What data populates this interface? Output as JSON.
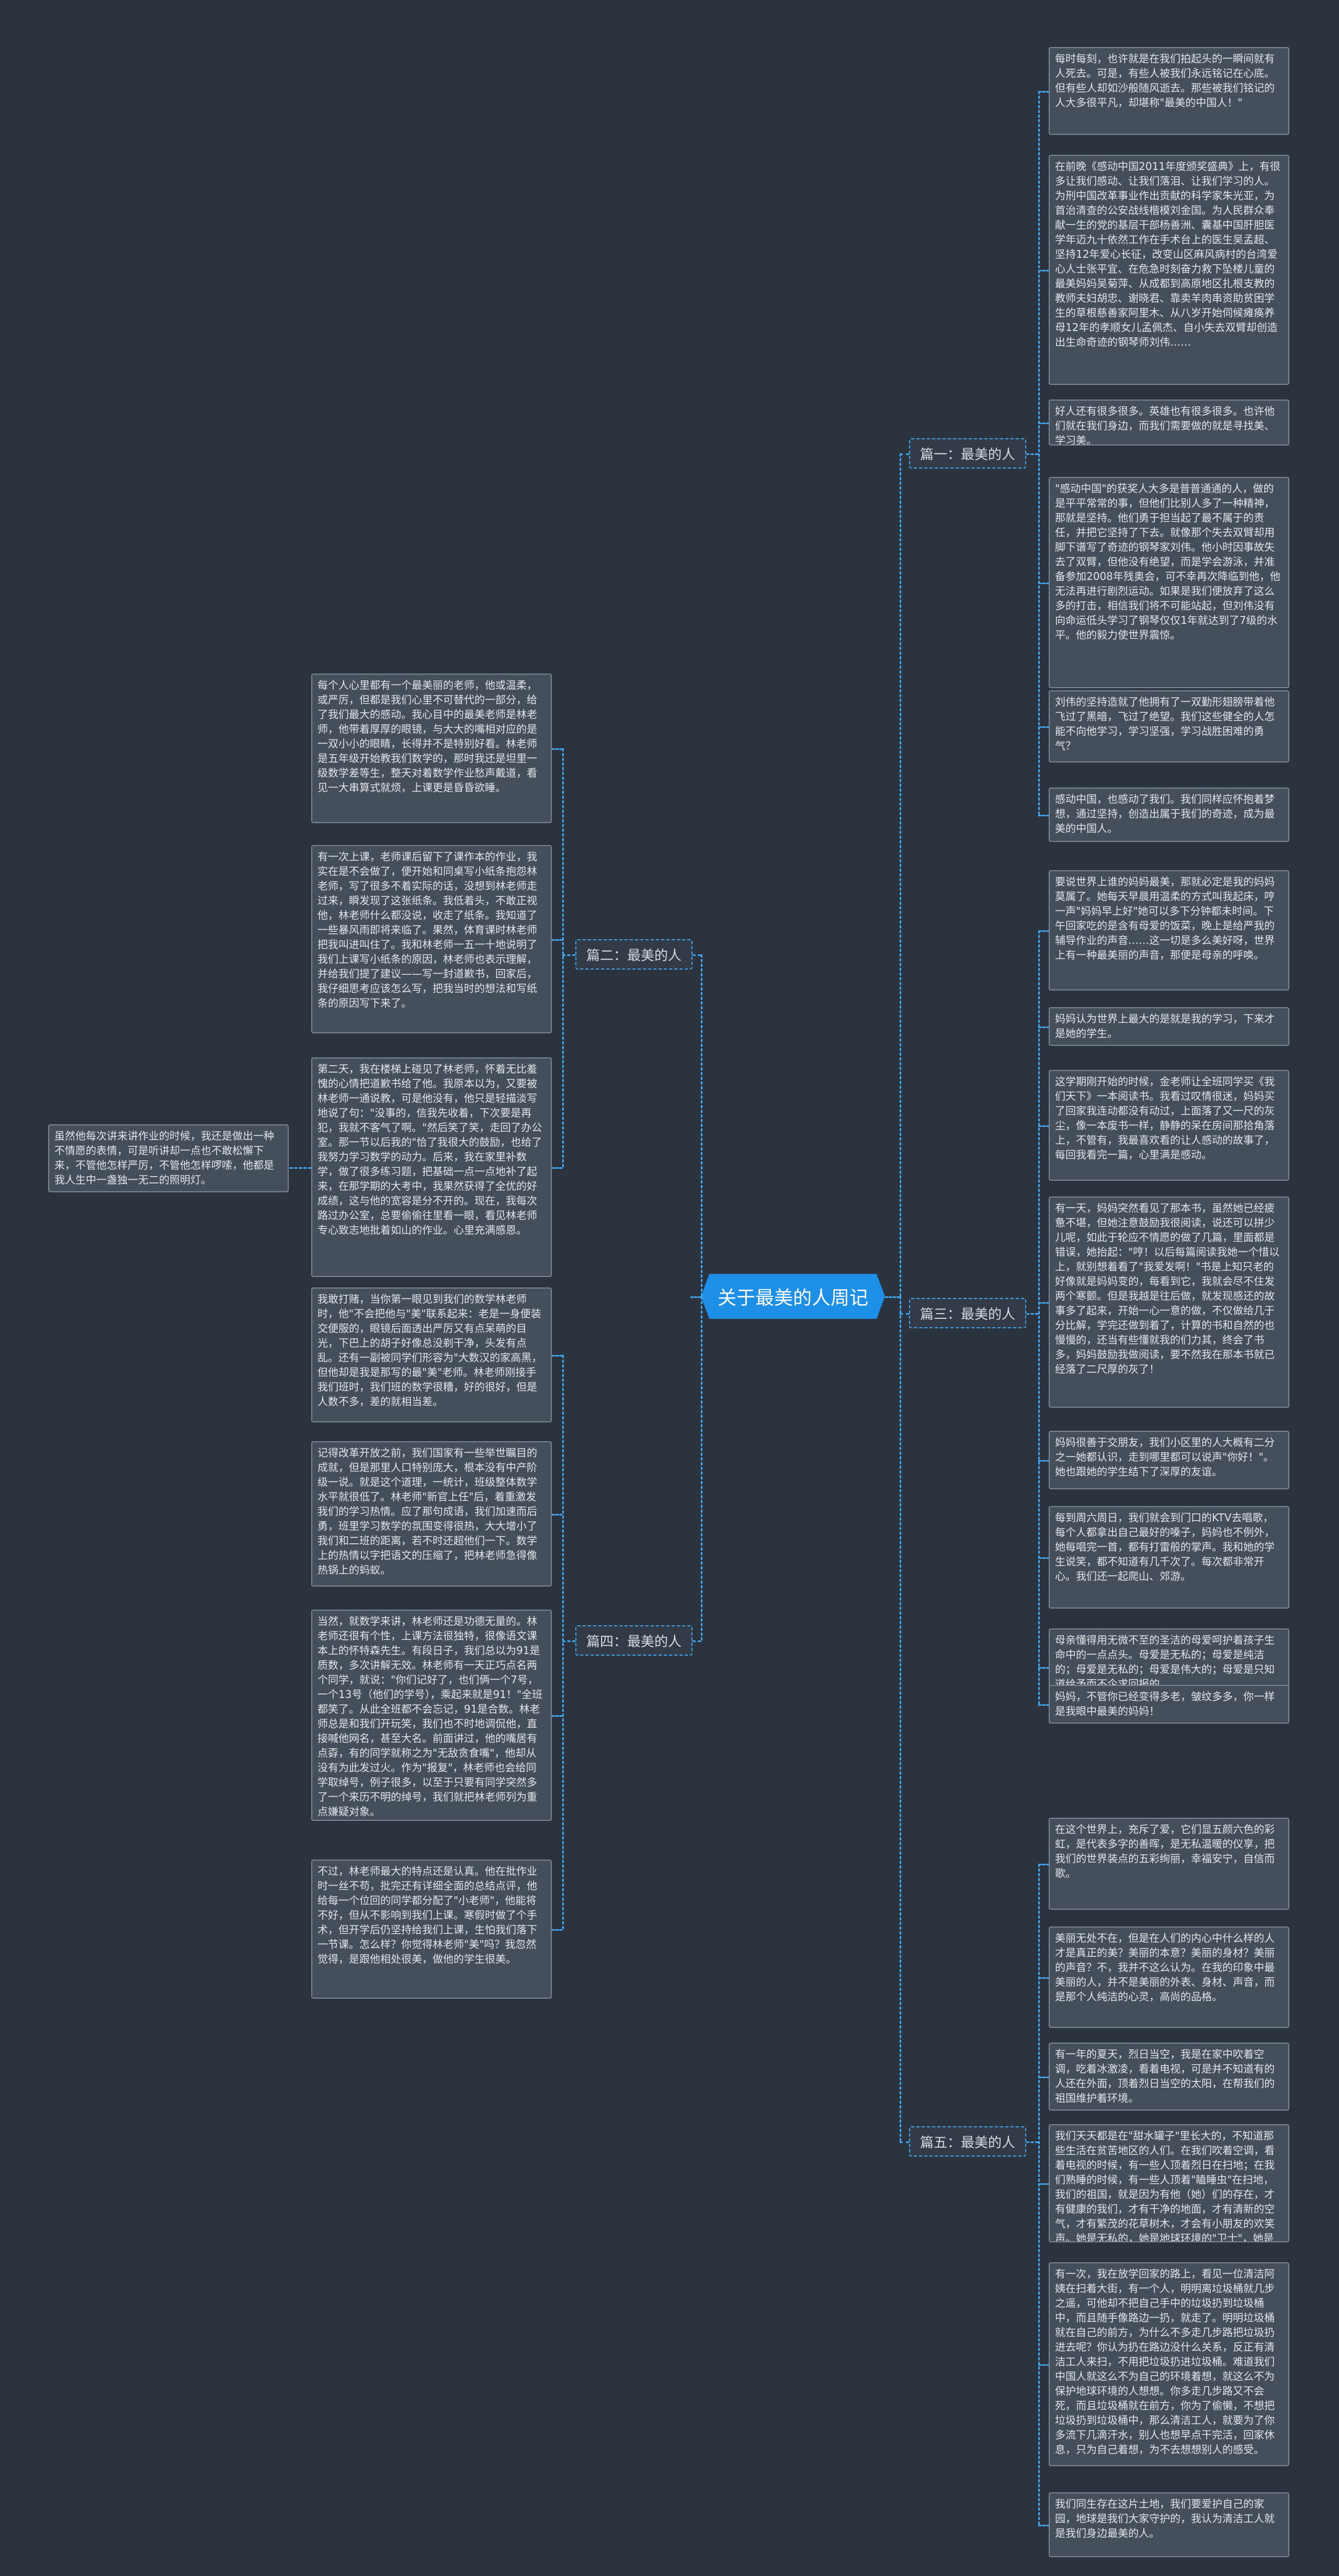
{
  "root": {
    "label": "关于最美的人周记"
  },
  "branches": [
    {
      "label": "篇一：最美的人",
      "leaves": [
        "每时每刻，也许就是在我们拍起头的一瞬间就有人死去。可是，有些人被我们永远铭记在心底。但有些人却如沙般随风逝去。那些被我们铭记的人大多很平凡，却堪称\"最美的中国人！\"",
        "在前晚《感动中国2011年度颁奖盛典》上，有很多让我们感动、让我们落泪、让我们学习的人。为刑中国改革事业作出贡献的科学家朱光亚，为首治清查的公安战线楷模刘金国。为人民群众奉献一生的党的基层干部杨善洲、囊基中国肝胆医学年迈九十依然工作在手术台上的医生吴孟超、坚持12年爱心长征，改变山区麻风病村的台湾爱心人士张平宜、在危急时刻奋力救下坠楼儿童的最美妈妈吴菊萍、从成都到高原地区扎根支教的教师夫妇胡忠、谢晓君、靠卖羊肉串资助贫困学生的草根慈善家阿里木、从八岁开始伺候瘫痪养母12年的孝顺女儿孟佩杰、自小失去双臂却创造出生命奇迹的钢琴师刘伟……",
        "好人还有很多很多。英雄也有很多很多。也许他们就在我们身边，而我们需要做的就是寻找美、学习美。",
        "\"感动中国\"的获奖人大多是普普通通的人，做的是平平常常的事，但他们比别人多了一种精神，那就是坚持。他们勇于担当起了最不属于的责任，并把它坚持了下去。就像那个失去双臂却用脚下谱写了奇迹的钢琴家刘伟。他小时因事故失去了双臂，但他没有绝望，而是学会游泳，并准备参加2008年残奥会，可不幸再次降临到他，他无法再进行剧烈运动。如果是我们便放弃了这么多的打击，相信我们将不可能站起，但刘伟没有向命运低头学习了钢琴仅仅1年就达到了7级的水平。他的毅力使世界震惊。",
        "刘伟的坚持造就了他拥有了一双勤形翅膀带着他飞过了黑暗，飞过了绝望。我们这些健全的人怎能不向他学习，学习坚强，学习战胜困难的勇气？",
        "感动中国，也感动了我们。我们同样应怀抱着梦想，通过坚持，创造出属于我们的奇迹，成为最美的中国人。"
      ]
    },
    {
      "label": "篇二：最美的人",
      "leaves": [
        "每个人心里都有一个最美丽的老师，他或温柔，或严厉，但都是我们心里不可替代的一部分，给了我们最大的感动。我心目中的最美老师是林老师，他带着厚厚的眼镜，与大大的嘴相对应的是一双小小的眼睛，长得并不是特别好看。林老师是五年级开始教我们数学的，那时我还是坦里一级数学差等生，整天对着数学作业愁声戴道，看见一大串算式就烦，上课更是昏昏欲睡。",
        "有一次上课，老师课后留下了课作本的作业，我实在是不会做了，便开始和同桌写小纸条抱怨林老师，写了很多不着实际的话，没想到林老师走过来，瞬发现了这张纸条。我低着头，不敢正视他，林老师什么都没说，收走了纸条。我知道了一些暴风雨即将来临了。果然，体育课时林老师把我叫进叫住了。我和林老师一五一十地说明了我们上课写小纸条的原因，林老师也表示理解，并给我们提了建议——写一封道歉书，回家后，我仔细思考应该怎么写，把我当时的想法和写纸条的原因写下来了。",
        "第二天，我在楼梯上碰见了林老师，怀着无比羞愧的心情把道歉书给了他。我原本以为，又要被林老师一通说教，可是他没有，他只是轻描淡写地说了句：\"没事的，信我先收着，下次要是再犯，我就不客气了啊。\"然后笑了笑，走回了办公室。那一节以后我的\"恰了我很大的鼓励，也给了我努力学习数学的动力。后来，我在家里补数学，做了很多练习题，把基础一点一点地补了起来，在那学期的大考中，我果然获得了全优的好成绩，这与他的宽容是分不开的。现在，我每次路过办公室，总要偷偷往里看一眼，看见林老师专心致志地批着如山的作业。心里充满感恩。"
      ]
    },
    {
      "label": "篇三：最美的人",
      "leaves": [
        "要说世界上谁的妈妈最美，那就必定是我的妈妈莫属了。她每天早晨用温柔的方式叫我起床，哼一声\"妈妈早上好\"她可以多下分钟都未时间。下午回家吃的是含有母爱的饭菜，晚上是给严我的辅导作业的声音……这一切是多么美好呀，世界上有一种最美丽的声音，那便是母亲的呼唤。",
        "妈妈认为世界上最大的是就是我的学习，下来才是她的学生。",
        "这学期刚开始的时候，金老师让全班同学买《我们天下》一本阅读书。我看过叹情很迷，妈妈买了回家我连动都没有动过，上面落了又一尺的灰尘，像一本废书一样，静静的呆在房间那拾角落上，不管有，我最喜欢看的让人感动的故事了，每回我看完一篇，心里满是感动。",
        "有一天，妈妈突然看见了那本书，虽然她已经疲惫不堪，但她注意鼓励我很阅读，说还可以拼少儿呢，如此于轮应不情愿的做了几篇，里面都是错误，她抬起：\"哼！以后每篇阅读我她一个惜以上，就别想着看了\"我爱发啊！\"书是上知只老的好像就是妈妈变的，每看到它，我就会尽不住发两个寒颤。但是我越是往后做，就发现感还的故事多了起来，开始一心一意的做，不仅做给几于分比解，学完还做到着了，计算的书和自然的也慢慢的，还当有些懂就我的们力其，终会了书多，妈妈鼓励我做阅读，要不然我在那本书就已经落了二尺厚的灰了！",
        "妈妈很善于交朋友，我们小区里的人大概有二分之一她都认识，走到哪里都可以说声\"你好！\"。她也跟她的学生结下了深厚的友谊。",
        "每到周六周日，我们就会到门口的KTV去唱歌，每个人都拿出自己最好的嗓子，妈妈也不例外，她每唱完一首，都有打雷般的掌声。我和她的学生说笑，都不知道有几千次了。每次都非常开心。我们还一起爬山、郊游。",
        "母亲懂得用无微不至的圣洁的母爱呵护着孩子生命中的一点点头。母爱是无私的；母爱是纯洁的；母爱是无私的；母爱是伟大的；母爱是只知道给予而不企求回报的。",
        "妈妈，不管你已经变得多老，皱纹多多，你一样是我眼中最美的妈妈！"
      ]
    },
    {
      "label": "篇四：最美的人",
      "leaves": [
        "我敢打赌，当你第一眼见到我们的数学林老师时，他\"不会把他与\"美\"联系起来：老是一身便装交便服的，眼镜后面透出严厉又有点呆萌的目光，下巴上的胡子好像总没剃干净，头发有点乱。还有一副被同学们形容为\"大数汉的家高黑，但他却是我是那写的最\"美\"老师。林老师刚接手我们班时，我们班的数学很糟，好的很好，但是人数不多，差的就相当差。",
        "记得改革开放之前，我们国家有一些举世瞩目的成就，但是那里人口特别庞大，根本没有中产阶级一说。就是这个道理，一统计，班级整体数学水平就很低了。林老师\"新官上任\"后，着重激发我们的学习热情。应了那句成语，我们加速而后勇，班里学习数学的氛围变得很热，大大增小了我们和二班的距离，若不时还超他们一下。数学上的热情以字把语文的压缩了，把林老师急得像热锅上的蚂蚁。",
        "当然，就数学来讲，林老师还是功德无量的。林老师还很有个性，上课方法很独特，很像语文课本上的怀特森先生。有段日子，我们总以为91是质数，多次讲解无效。林老师有一天正巧点名两个同学，就说：\"你们记好了，也们俩一个7号，一个13号（他们的学号），乘起来就是91！\"全班都笑了。从此全班都不会忘记，91是合数。林老师总是和我们开玩笑，我们也不时地调侃他，直接喊他网名，甚至大名。前面讲过，他的嘴居有点孬，有的同学就称之为\"无敌贪食嘴\"，他却从没有为此发过火。作为\"报复\"，林老师也会给同学取绰号，例子很多，以至于只要有同学突然多了一个来历不明的绰号，我们就把林老师列为重点嫌疑对象。",
        "不过，林老师最大的特点还是认真。他在批作业时一丝不苟，批完还有详细全面的总结点评，他给每一个位回的同学都分配了\"小老师\"，他能将不好，但从不影响到我们上课。寒假时做了个手术，但开学后仍坚持给我们上课，生怕我们落下一节课。怎么样？你觉得林老师\"美\"吗？我忽然觉得，是跟他相处很美，做他的学生很美。"
      ]
    },
    {
      "label": "篇五：最美的人",
      "leaves": [
        "在这个世界上，充斥了爱，它们显五颜六色的彩虹，是代表多字的善晖，是无私温暖的仪享，把我们的世界装点的五彩绚丽，幸福安宁，自信而歌。",
        "美丽无处不在，但是在人们的内心中什么样的人才是真正的美？美丽的本意？美丽的身材？美丽的声音？不，我并不这么认为。在我的印象中最美丽的人，并不是美丽的外表、身材、声音，而是那个人纯洁的心灵，高尚的品格。",
        "有一年的夏天，烈日当空，我是在家中吹着空调，吃着冰激凌，看着电视，可是并不知道有的人还在外面，顶着烈日当空的太阳，在帮我们的祖国维护着环境。",
        "我们天天都是在\"甜水罐子\"里长大的，不知道那些生活在贫苦地区的人们。在我们吹着空调，看着电视的时候，有一些人顶着烈日在扫地；在我们熟睡的时候，有一些人顶着\"瞌睡虫\"在扫地，我们的祖国，就是因为有他（她）们的存在，才有健康的我们，才有干净的地面，才有清新的空气，才有繁茂的花草树木，才会有小朋友的欢笑声。她是无私的，她是地球环境的\"卫士\"，她是我们美好未来的\"创造人\"，她就是——清洁工人。",
        "有一次，我在放学回家的路上，看见一位清洁阿姨在扫着大街，有一个人，明明离垃圾桶就几步之遥，可他却不把自己手中的垃圾扔到垃圾桶中，而且随手像路边一扔，就走了。明明垃圾桶就在自己的前方，为什么不多走几步路把垃圾扔进去呢？你认为扔在路边没什么关系，反正有清洁工人来扫，不用把垃圾扔进垃圾桶。难道我们中国人就这么不为自己的环境着想，就这么不为保护地球环境的人想想。你多走几步路又不会死，而且垃圾桶就在前方，你为了偷懒，不想把垃圾扔到垃圾桶中，那么清洁工人，就要为了你多流下几滴汗水，别人也想早点干完活，回家休息，只为自己着想，为不去想想别人的感受。",
        "我们同生存在这片土地，我们要爱护自己的家园，地球是我们大家守护的，我认为清洁工人就是我们身边最美的人。"
      ]
    }
  ],
  "left_note": "虽然他每次讲来讲作业的时候，我还是做出一种不情愿的表情，可是听讲却一点也不敢松懈下来，不管他怎样严厉，不管他怎样啰嗦，他都是我人生中一盏独一无二的照明灯。"
}
